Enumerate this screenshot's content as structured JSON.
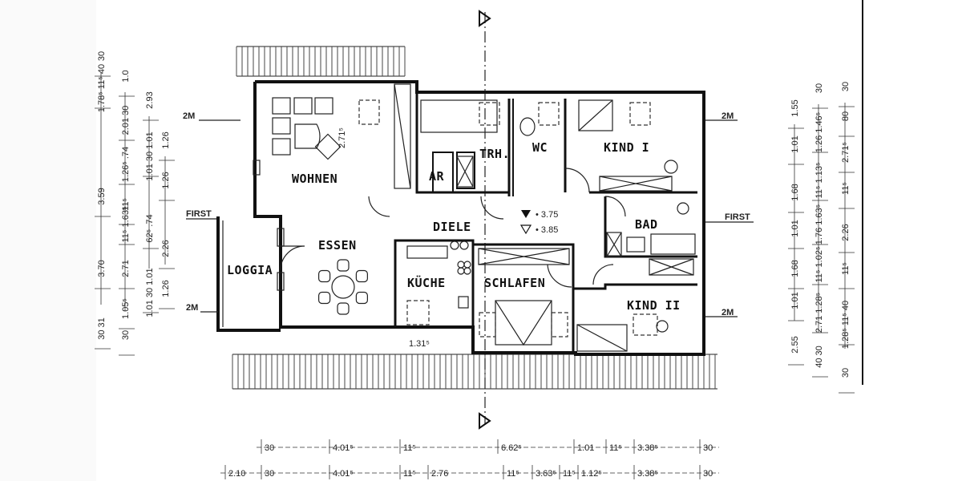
{
  "rooms": {
    "wohnen": "WOHNEN",
    "essen": "ESSEN",
    "loggia": "LOGGIA",
    "ar": "AR",
    "trh": "TRH.",
    "wc": "WC",
    "kind1": "KIND I",
    "bad": "BAD",
    "diele": "DIELE",
    "kueche": "KÜCHE",
    "schlafen": "SCHLAFEN",
    "kind2": "KIND II"
  },
  "levels": {
    "upper": "3.75",
    "lower": "3.85"
  },
  "annotations": {
    "2m_left_top": "2M",
    "2m_right_top": "2M",
    "2m_left_bottom": "2M",
    "2m_right_bottom": "2M",
    "first_left": "FIRST",
    "first_right": "FIRST",
    "wohnen_height": "2.71⁵",
    "kitchen_sill": "1.31⁵"
  },
  "dimensions": {
    "bottom_row1": [
      "30",
      "4.01⁵",
      "11⁵",
      "6.62⁵",
      "1.01",
      "11⁵",
      "3.38⁵",
      "30"
    ],
    "bottom_row2": [
      "2.10",
      "30",
      "4.01⁵",
      "11⁵",
      "2.76",
      "11⁵",
      "3.63⁵",
      "11⁵",
      "1.12⁵",
      "3.38⁵",
      "30"
    ],
    "left_col1": [
      "30",
      "1.78⁵ 11⁵ 40",
      "3.59",
      "3.70",
      "30 31"
    ],
    "left_col2": [
      "1.0",
      "2.01 30",
      "1.26⁵ .74",
      "11⁵",
      "11⁵ 1.63⁵",
      "2.71",
      "1.05⁵",
      "30"
    ],
    "left_col3": [
      "2.93",
      "1.01 30 1.01",
      "62⁵ .74",
      "1.01 30 1.01"
    ],
    "left_col4": [
      "1.26",
      "1.26",
      "2.26",
      "1.26"
    ],
    "right_col1": [
      "1.55",
      "1.01",
      "1.68",
      "1.01",
      "1.68",
      "1.01",
      "2.55"
    ],
    "right_col2": [
      "30",
      "1.26 1.46⁵",
      "11⁵ 1.13⁵",
      "1.76 1.63⁵",
      "11⁵ 1.02⁵",
      "2.71 1.28⁵",
      "40 30"
    ],
    "right_col3": [
      "30",
      "80",
      "2.71⁵",
      "11⁵",
      "2.26",
      "11⁵",
      "1.28⁵ 11⁵ 40",
      "30"
    ]
  },
  "colors": {
    "ink": "#111111",
    "paper": "#ffffff"
  }
}
